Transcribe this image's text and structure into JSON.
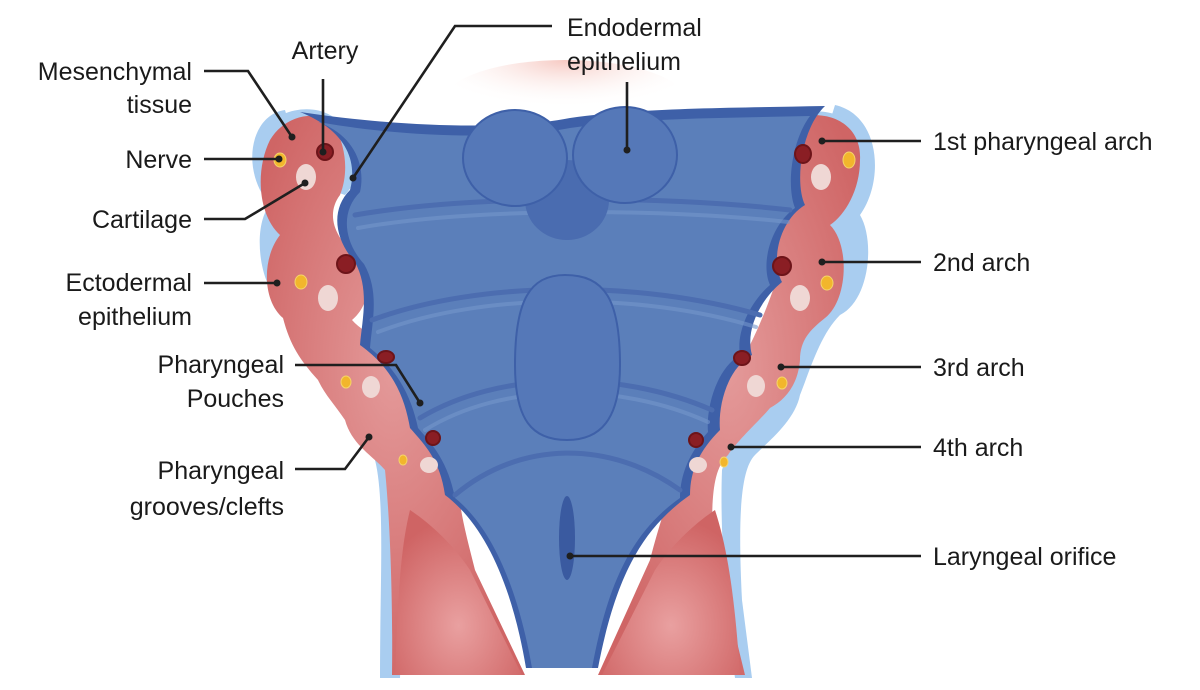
{
  "labels": {
    "mesenchymal_l1": "Mesenchymal",
    "mesenchymal_l2": "tissue",
    "artery": "Artery",
    "endodermal_l1": "Endodermal",
    "endodermal_l2": "epithelium",
    "nerve": "Nerve",
    "cartilage": "Cartilage",
    "ectodermal_l1": "Ectodermal",
    "ectodermal_l2": "epithelium",
    "pouches_l1": "Pharyngeal",
    "pouches_l2": "Pouches",
    "grooves_l1": "Pharyngeal",
    "grooves_l2": "grooves/clefts",
    "arch1": "1st pharyngeal arch",
    "arch2": "2nd arch",
    "arch3": "3rd arch",
    "arch4": "4th arch",
    "laryngeal": "Laryngeal orifice"
  },
  "colors": {
    "ectoderm": "#a9cdf0",
    "mesenchyme": "#d26b6b",
    "endoderm_outline": "#3e60a8",
    "endoderm_fill": "#5b7fba",
    "artery": "#8a1e24",
    "nerve": "#f2b62c",
    "cartilage": "#efd7d4"
  }
}
